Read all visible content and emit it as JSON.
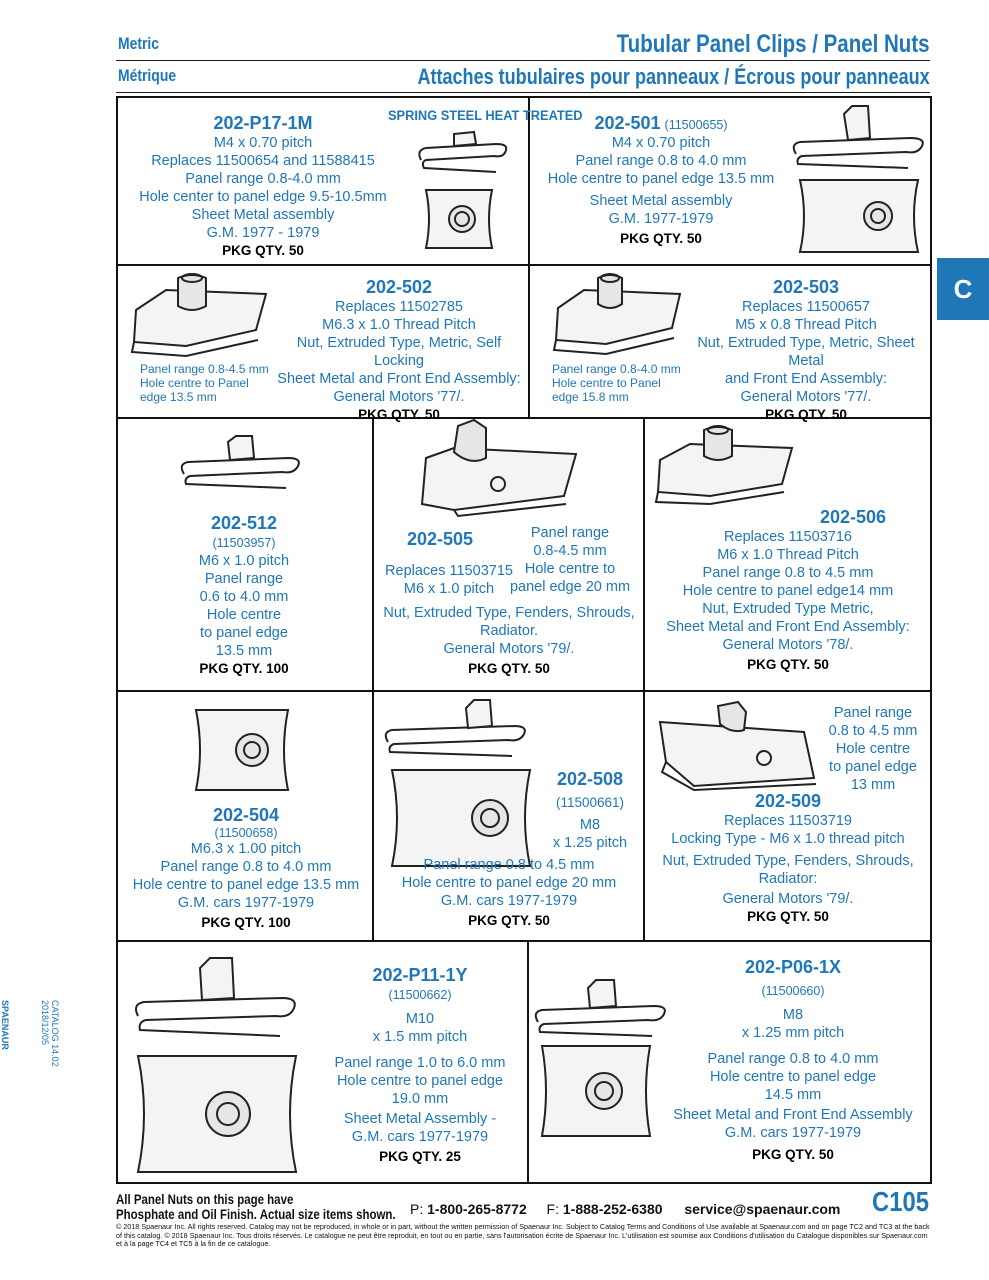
{
  "header": {
    "left_en": "Metric",
    "left_fr": "Métrique",
    "right_en": "Tubular Panel Clips / Panel Nuts",
    "right_fr": "Attaches tubulaires pour panneaux / Écrous pour panneaux"
  },
  "section_tab": "C",
  "side_label": {
    "catalog": "CATALOG 14.02",
    "date": "2018/12/05",
    "brand": "SPAENAUR"
  },
  "colors": {
    "accent": "#2077b8",
    "border": "#111111"
  },
  "cells": {
    "p17": {
      "part": "202-P17-1M",
      "banner": "SPRING STEEL HEAT TREATED",
      "lines": [
        "M4 x 0.70 pitch",
        "Replaces 11500654 and 11588415",
        "Panel range 0.8-4.0 mm",
        "Hole center to panel edge 9.5-10.5mm"
      ],
      "app": [
        "Sheet Metal assembly",
        "G.M. 1977 - 1979"
      ],
      "qty": "PKG QTY. 50"
    },
    "p501": {
      "part": "202-501",
      "paren": "(11500655)",
      "lines": [
        "M4 x 0.70 pitch",
        "Panel range 0.8 to 4.0 mm",
        "Hole centre to panel edge 13.5 mm"
      ],
      "app": [
        "Sheet Metal assembly",
        "G.M. 1977-1979"
      ],
      "qty": "PKG QTY. 50"
    },
    "p502": {
      "part": "202-502",
      "lines": [
        "Replaces 11502785",
        "M6.3 x 1.0 Thread Pitch",
        "Nut, Extruded Type, Metric, Self Locking",
        "Sheet Metal and Front End Assembly:",
        "General Motors '77/."
      ],
      "note": [
        "Panel range 0.8-4.5 mm",
        "Hole centre to Panel",
        "edge 13.5 mm"
      ],
      "qty": "PKG QTY. 50"
    },
    "p503": {
      "part": "202-503",
      "lines": [
        "Replaces 11500657",
        "M5 x 0.8 Thread Pitch",
        "Nut, Extruded Type, Metric, Sheet Metal",
        "and Front End Assembly:",
        "General Motors '77/."
      ],
      "note": [
        "Panel range 0.8-4.0 mm",
        "Hole centre to Panel",
        "edge 15.8 mm"
      ],
      "qty": "PKG QTY. 50"
    },
    "p512": {
      "part": "202-512",
      "paren": "(11503957)",
      "lines": [
        "M6 x 1.0 pitch",
        "Panel range",
        "0.6 to 4.0 mm",
        "Hole centre",
        "to panel edge",
        "13.5 mm"
      ],
      "qty": "PKG QTY. 100"
    },
    "p505": {
      "part": "202-505",
      "range": [
        "Panel range",
        "0.8-4.5 mm",
        "Hole centre to",
        "panel edge 20 mm"
      ],
      "lines": [
        "Replaces 11503715",
        "M6 x 1.0 pitch"
      ],
      "app": [
        "Nut, Extruded Type, Fenders, Shrouds,",
        "Radiator.",
        "General Motors '79/."
      ],
      "qty": "PKG QTY. 50"
    },
    "p506": {
      "part": "202-506",
      "lines": [
        "Replaces 11503716",
        "M6 x 1.0 Thread Pitch",
        "Panel range 0.8 to 4.5 mm",
        "Hole centre to panel edge14 mm",
        "Nut, Extruded Type Metric,",
        "Sheet Metal and Front End Assembly:",
        "General Motors '78/."
      ],
      "qty": "PKG QTY. 50"
    },
    "p504": {
      "part": "202-504",
      "paren": "(11500658)",
      "lines": [
        "M6.3 x 1.00 pitch",
        "Panel range 0.8 to 4.0 mm",
        "Hole centre to panel edge 13.5 mm",
        "G.M. cars 1977-1979"
      ],
      "qty": "PKG QTY. 100"
    },
    "p508": {
      "part": "202-508",
      "paren": "(11500661)",
      "spec": [
        "M8",
        "x 1.25 pitch"
      ],
      "lines": [
        "Panel range 0.8 to 4.5 mm",
        "Hole centre to panel edge 20 mm",
        "G.M. cars 1977-1979"
      ],
      "qty": "PKG QTY. 50"
    },
    "p509": {
      "part": "202-509",
      "range": [
        "Panel range",
        "0.8 to 4.5 mm",
        "Hole centre",
        "to panel edge",
        "13 mm"
      ],
      "lines": [
        "Replaces 11503719",
        "Locking Type - M6 x 1.0 thread pitch"
      ],
      "app": [
        "Nut, Extruded Type, Fenders, Shrouds,",
        "Radiator:",
        "General Motors '79/."
      ],
      "qty": "PKG QTY. 50"
    },
    "p11": {
      "part": "202-P11-1Y",
      "paren": "(11500662)",
      "spec": [
        "M10",
        "x 1.5 mm pitch"
      ],
      "lines": [
        "Panel range 1.0 to 6.0 mm",
        "Hole centre to panel edge",
        "19.0 mm"
      ],
      "app": [
        "Sheet Metal Assembly -",
        "G.M. cars 1977-1979"
      ],
      "qty": "PKG QTY. 25"
    },
    "p06": {
      "part": "202-P06-1X",
      "paren": "(11500660)",
      "spec": [
        "M8",
        "x 1.25 mm pitch"
      ],
      "lines": [
        "Panel range 0.8 to 4.0 mm",
        "Hole centre to panel edge",
        "14.5 mm"
      ],
      "app": [
        "Sheet Metal and Front End Assembly",
        "G.M. cars 1977-1979"
      ],
      "qty": "PKG QTY. 50"
    }
  },
  "footer": {
    "note1": "All Panel Nuts on this page have",
    "note2": "Phosphate and Oil Finish. Actual size items shown.",
    "phone_label": "P:",
    "phone": "1-800-265-8772",
    "fax_label": "F:",
    "fax": "1-888-252-6380",
    "email": "service@spaenaur.com",
    "page": "C105",
    "legal": "© 2018 Spaenaur Inc. All rights reserved. Catalog may not be reproduced, in whole or in part, without the written permission of Spaenaur Inc. Subject to Catalog Terms and Conditions of Use available at Spaenaur.com and on page TC2 and TC3 at the back of this catalog. © 2018 Spaenaur Inc. Tous droits réservés. Le catalogue ne peut être reproduit, en tout ou en partie, sans l'autorisation écrite de Spaenaur Inc. L'utilisation est soumise aux Conditions d'utilisation du Catalogue disponibles sur Spaenaur.com et à la page TC4 et TC5 à la fin de ce catalogue."
  }
}
